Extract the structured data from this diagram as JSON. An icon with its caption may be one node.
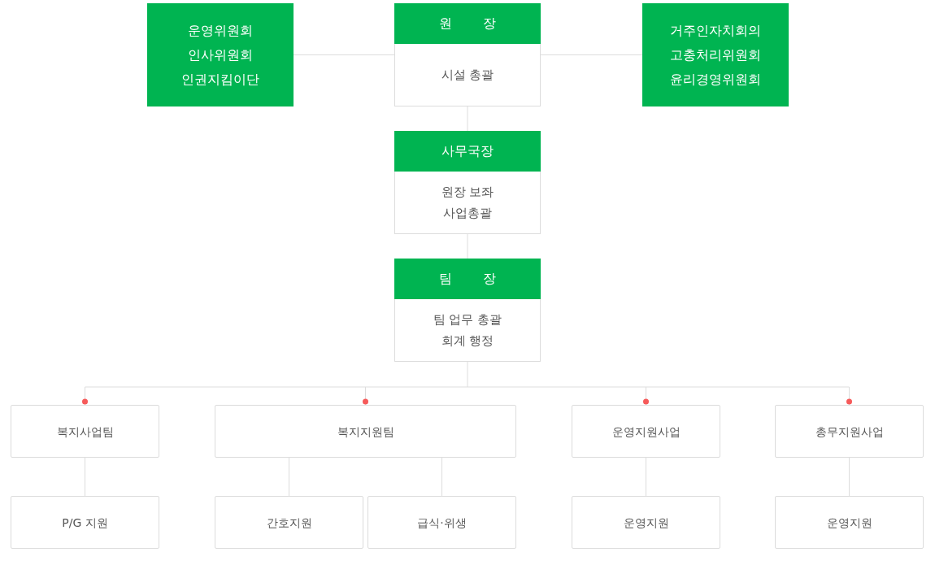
{
  "diagram": {
    "nodes": [
      {
        "text": [
          "운영위원회",
          "인사위원회",
          "인권지킴이단"
        ]
      },
      {
        "text": [
          "원 장",
          "시설 총괄"
        ]
      },
      {
        "text": [
          "거주인자치회의",
          "고충처리위원회",
          "윤리경영위원회"
        ]
      },
      {
        "text": [
          "사무국장",
          "원장 보좌",
          "사업총괄"
        ]
      },
      {
        "text": [
          "팀 장",
          "팀 업무 총괄",
          "회계 행정"
        ]
      },
      {
        "text": [
          "복지사업팀"
        ]
      },
      {
        "text": [
          "복지지원팀"
        ]
      },
      {
        "text": [
          "운영지원사업"
        ]
      },
      {
        "text": [
          "총무지원사업"
        ]
      },
      {
        "text": [
          "P/G 지원"
        ]
      },
      {
        "text": [
          "간호지원"
        ]
      },
      {
        "text": [
          "급식·위생"
        ]
      },
      {
        "text": [
          "운영지원"
        ]
      },
      {
        "text": [
          "운영지원"
        ]
      }
    ],
    "edges": [
      {
        "from": 1,
        "to": 0,
        "arrow": "none"
      },
      {
        "from": 1,
        "to": 2,
        "arrow": "none"
      },
      {
        "from": 1,
        "to": 3,
        "arrow": "none"
      },
      {
        "from": 3,
        "to": 4,
        "arrow": "none"
      },
      {
        "from": 4,
        "to": 5,
        "arrow": "other"
      },
      {
        "from": 4,
        "to": 6,
        "arrow": "other"
      },
      {
        "from": 4,
        "to": 7,
        "arrow": "other"
      },
      {
        "from": 4,
        "to": 8,
        "arrow": "other"
      },
      {
        "from": 5,
        "to": 9,
        "arrow": "none"
      },
      {
        "from": 6,
        "to": 10,
        "arrow": "none"
      },
      {
        "from": 6,
        "to": 11,
        "arrow": "none"
      },
      {
        "from": 7,
        "to": 12,
        "arrow": "none"
      },
      {
        "from": 8,
        "to": 13,
        "arrow": "none"
      }
    ]
  }
}
